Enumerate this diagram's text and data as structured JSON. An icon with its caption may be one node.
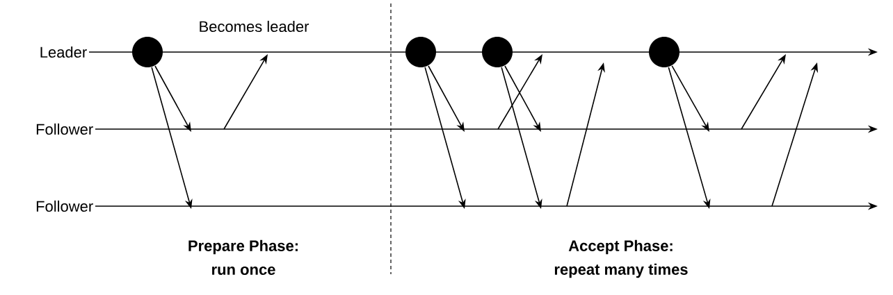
{
  "diagram": {
    "nodes": [
      {
        "text": [
          "Leader"
        ]
      },
      {
        "text": [
          "Follower"
        ]
      },
      {
        "text": [
          "Follower"
        ]
      },
      {
        "text": [],
        "shape": "circle"
      },
      {
        "text": [],
        "shape": "circle"
      },
      {
        "text": [],
        "shape": "circle"
      },
      {
        "text": [],
        "shape": "circle"
      }
    ],
    "edges": [
      {
        "from": 0,
        "to": null,
        "arrow": "to"
      },
      {
        "from": 1,
        "to": null,
        "arrow": "to"
      },
      {
        "from": 2,
        "to": null,
        "arrow": "to"
      },
      {
        "from": 3,
        "to": null,
        "arrow": "to"
      },
      {
        "from": 3,
        "to": null,
        "arrow": "to"
      },
      {
        "from": 4,
        "to": null,
        "arrow": "to"
      },
      {
        "from": 4,
        "to": null,
        "arrow": "to"
      },
      {
        "from": 5,
        "to": null,
        "arrow": "to"
      },
      {
        "from": 5,
        "to": null,
        "arrow": "to"
      },
      {
        "from": 6,
        "to": null,
        "arrow": "to"
      },
      {
        "from": 6,
        "to": null,
        "arrow": "to"
      }
    ],
    "labels": [
      "Becomes leader",
      "Prepare Phase:",
      "run once",
      "Accept Phase:",
      "repeat many times"
    ]
  }
}
